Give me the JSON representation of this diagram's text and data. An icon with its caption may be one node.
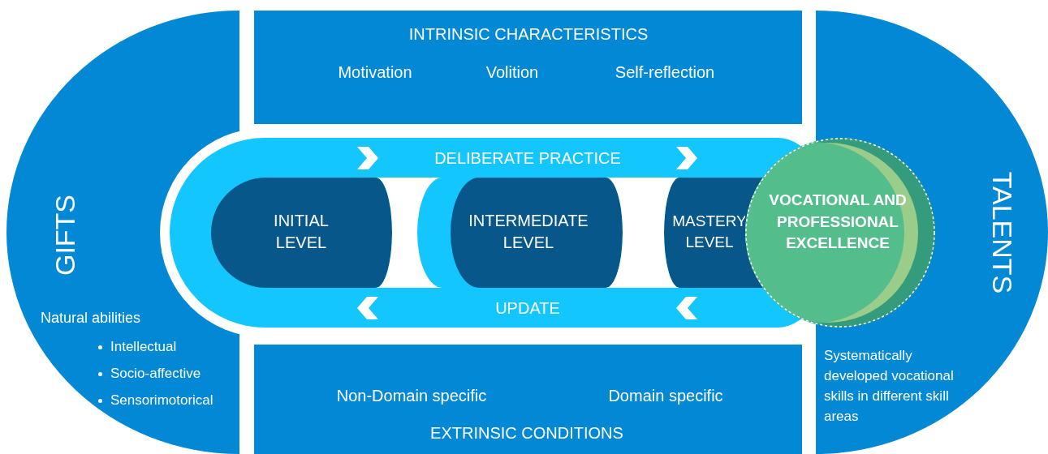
{
  "diagram": {
    "nodes": [
      {
        "text": [
          "GIFTS",
          "Natural abilities",
          "Intellectual",
          "Socio-affective",
          "Sensorimotorical"
        ]
      },
      {
        "text": [
          "INTRINSIC CHARACTERISTICS",
          "Motivation",
          "Volition",
          "Self-reflection"
        ]
      },
      {
        "text": [
          "DELIBERATE PRACTICE",
          "UPDATE"
        ]
      },
      {
        "text": [
          "INITIAL LEVEL"
        ],
        "in": 2
      },
      {
        "text": [
          "INTERMEDIATE LEVEL"
        ],
        "in": 2
      },
      {
        "text": [
          "MASTERY LEVEL"
        ],
        "in": 2
      },
      {
        "text": [
          "VOCATIONAL AND PROFESSIONAL EXCELLENCE"
        ]
      },
      {
        "text": [
          "Non-Domain specific",
          "Domain specific",
          "EXTRINSIC CONDITIONS"
        ]
      },
      {
        "text": [
          "TALENTS",
          "Systematically developed vocational skills in different skill areas"
        ]
      }
    ]
  }
}
